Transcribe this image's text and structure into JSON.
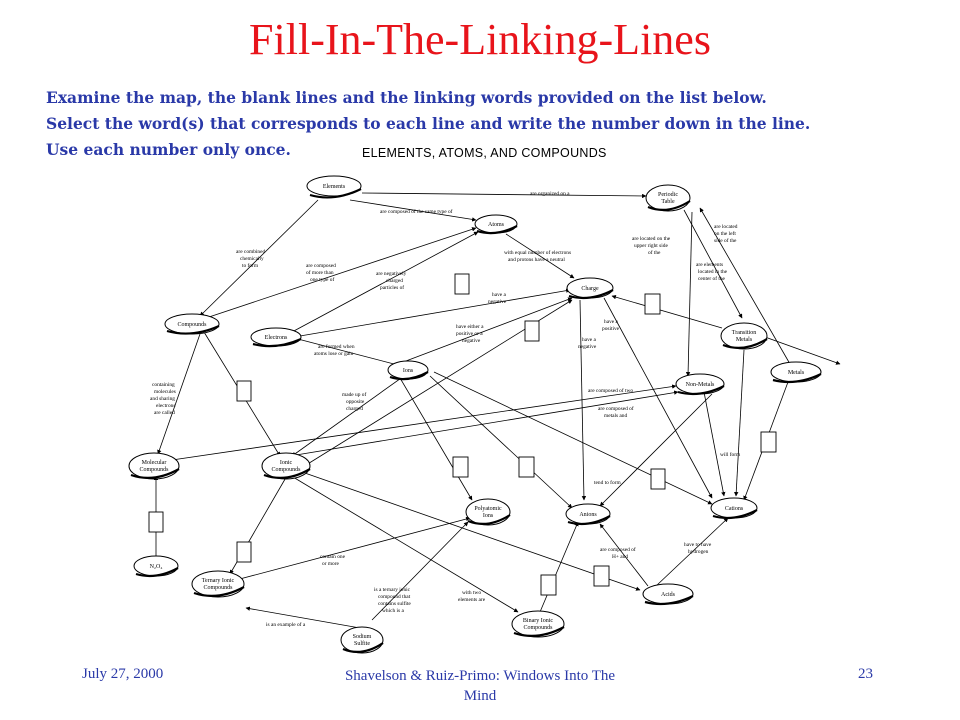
{
  "title": "Fill-In-The-Linking-Lines",
  "instructions": [
    "Examine the map, the blank lines and the linking words provided on the list below.",
    "Select the word(s) that corresponds to each line and write the number down in the line.",
    "Use each number only once."
  ],
  "map_title": "ELEMENTS, ATOMS, AND COMPOUNDS",
  "nodes": {
    "elements": "Elements",
    "periodic_table": [
      "Periodic",
      "Table"
    ],
    "atoms": "Atoms",
    "compounds": "Compounds",
    "electrons": "Electrons",
    "charge": "Charge",
    "transition_metals": [
      "Transition",
      "Metals"
    ],
    "metals": "Metals",
    "ions": "Ions",
    "non_metals": "Non-Metals",
    "molecular_compounds": [
      "Molecular",
      "Compounds"
    ],
    "ionic_compounds": [
      "Ionic",
      "Compounds"
    ],
    "polyatomic_ions": [
      "Polyatomic",
      "Ions"
    ],
    "anions": "Anions",
    "cations": "Cations",
    "n2o4": "N₂O₄",
    "ternary_ionic": [
      "Ternary Ionic",
      "Compounds"
    ],
    "acids": "Acids",
    "binary_ionic": [
      "Binary Ionic",
      "Compounds"
    ],
    "sodium_sulfite": [
      "Sodium",
      "Sulfite"
    ]
  },
  "links": {
    "organized_on": [
      "are organized on a"
    ],
    "same_type": [
      "are composed of the same type of"
    ],
    "combined_chemically": [
      "are combined",
      "chemically",
      "to form"
    ],
    "more_than_one": [
      "are composed",
      "of more than",
      "one type of"
    ],
    "neg_charged": [
      "are negatively",
      "charged",
      "particles of"
    ],
    "equal_number": [
      "with equal number of electrons",
      "and protons have a neutral"
    ],
    "upper_right": [
      "are located on the",
      "upper right side",
      "of the"
    ],
    "left_side": [
      "are located",
      "on the left",
      "side of the"
    ],
    "center": [
      "are elements",
      "located in the",
      "center of the"
    ],
    "have_neg": [
      "have a",
      "negative"
    ],
    "pos_or_neg": [
      "have either a",
      "positive or a",
      "negative"
    ],
    "formed_when": [
      "are formed when",
      "atoms lose or gain"
    ],
    "have_pos": [
      "have a",
      "positive"
    ],
    "have_neg2": [
      "have a",
      "negative"
    ],
    "containing_molecules": [
      "containing",
      "molecules",
      "and sharing",
      "electrons",
      "are called"
    ],
    "made_up_opposite": [
      "made up of",
      "opposite",
      "charged"
    ],
    "composed_two": [
      "are composed of two"
    ],
    "metals_and": [
      "are composed of",
      "metals and"
    ],
    "with_form": [
      "will form"
    ],
    "tend_to_form": [
      "tend to form"
    ],
    "have_hydrogen": [
      "have to have",
      "hydrogen"
    ],
    "h_and": [
      "are composed of",
      "H+ and"
    ],
    "contain_one": [
      "contain one",
      "or more"
    ],
    "ternary_ionic_sulfite": [
      "is a ternary ionic",
      "compound that",
      "contains sulfite",
      "which is a"
    ],
    "two_elements": [
      "with two",
      "elements are"
    ],
    "example_of": [
      "is an example of a"
    ]
  },
  "footer": {
    "date": "July 27, 2000",
    "credit": "Shavelson & Ruiz-Primo: Windows Into The Mind",
    "page": "23"
  }
}
